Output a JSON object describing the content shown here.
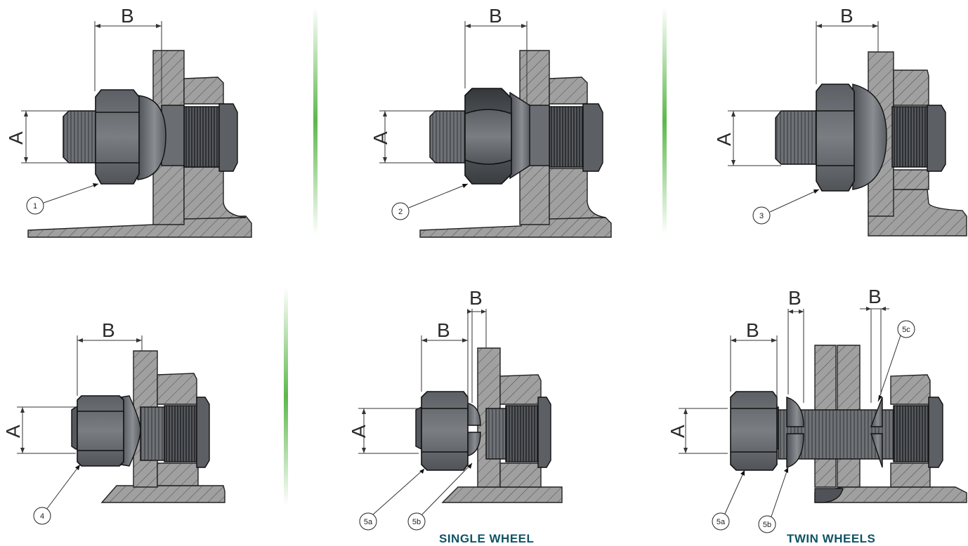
{
  "dimension_labels": {
    "a": "A",
    "b": "B"
  },
  "callouts": [
    "1",
    "2",
    "3",
    "4",
    "5a",
    "5b",
    "5a",
    "5b",
    "5c"
  ],
  "captions": {
    "single": "SINGLE WHEEL",
    "twin": "TWIN WHEELS"
  },
  "colors": {
    "caption": "#0f5466",
    "divider": "#5cb84a",
    "hatch_fill": "#a0a0a0",
    "nut_light": "#6e7277",
    "nut_dark": "#45484c",
    "thread": "#6b6e72"
  }
}
